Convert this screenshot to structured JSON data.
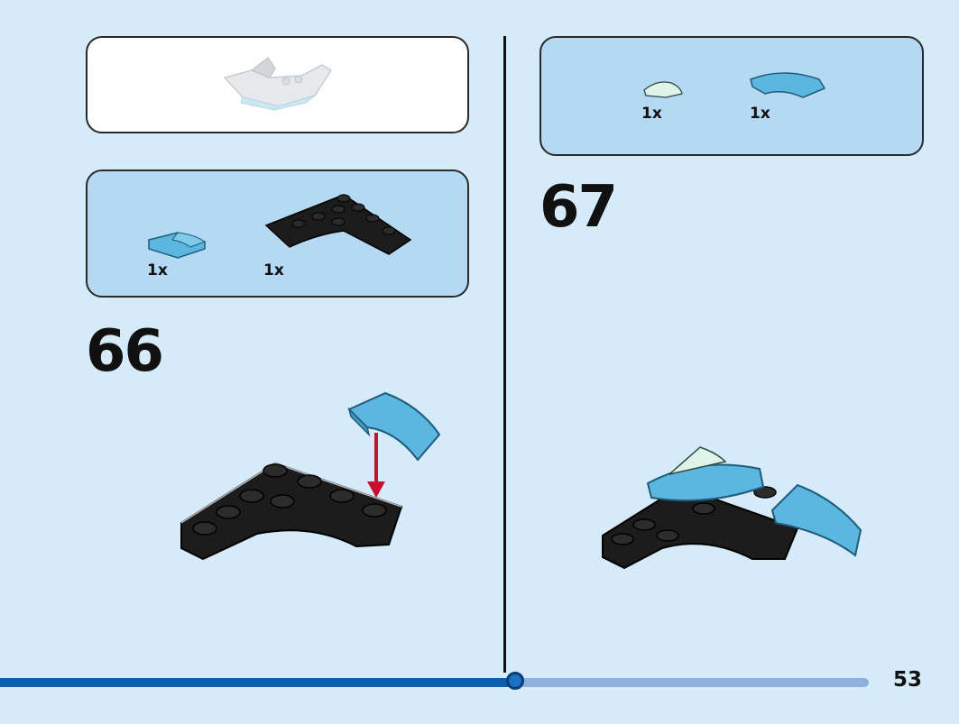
{
  "page": {
    "number": "53",
    "progress": 0.6
  },
  "colors": {
    "background": "#d5ebf9",
    "parts_box": "#b6d9f3",
    "progress_fill": "#0b5fb0",
    "progress_track": "#8fb0dc",
    "arrow": "#c8102e",
    "brick_black": "#1c1c1c",
    "brick_blue": "#5bb7df",
    "brick_light": "#dff3ea"
  },
  "left_column": {
    "submodel_box": {
      "image": "grey-ship-submodel-ghost"
    },
    "parts_list": {
      "items": [
        {
          "qty": "1x",
          "icon": "blue-curved-slope-brick"
        },
        {
          "qty": "1x",
          "icon": "black-wedge-plate-brick"
        }
      ]
    },
    "step": {
      "number": "66",
      "image": "build-step-66"
    }
  },
  "right_column": {
    "parts_list": {
      "items": [
        {
          "qty": "1x",
          "icon": "light-quarter-tile-brick"
        },
        {
          "qty": "1x",
          "icon": "blue-quarter-arc-tile-brick"
        }
      ]
    },
    "step": {
      "number": "67",
      "image": "build-step-67"
    }
  }
}
